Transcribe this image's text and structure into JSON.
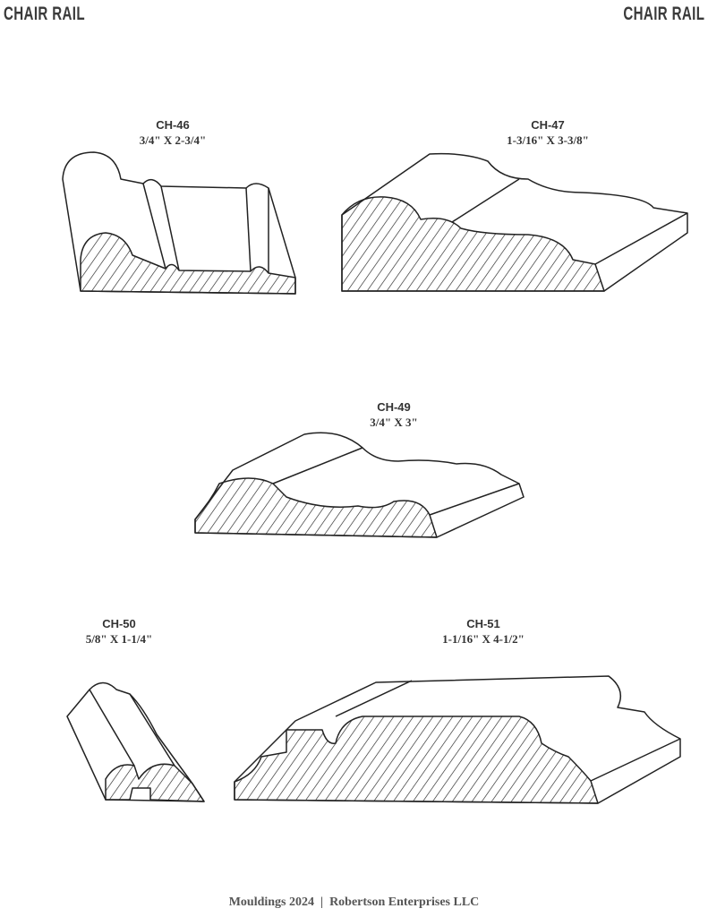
{
  "header": {
    "left_title": "CHAIR RAIL",
    "right_title": "CHAIR RAIL"
  },
  "products": [
    {
      "code": "CH-46",
      "size": "3/4\" X 2-3/4\""
    },
    {
      "code": "CH-47",
      "size": "1-3/16\" X 3-3/8\""
    },
    {
      "code": "CH-49",
      "size": "3/4\" X 3\""
    },
    {
      "code": "CH-50",
      "size": "5/8\" X 1-1/4\""
    },
    {
      "code": "CH-51",
      "size": "1-1/16\" X 4-1/2\""
    }
  ],
  "footer": {
    "text": "Mouldings 2024  |  Robertson Enterprises LLC"
  }
}
